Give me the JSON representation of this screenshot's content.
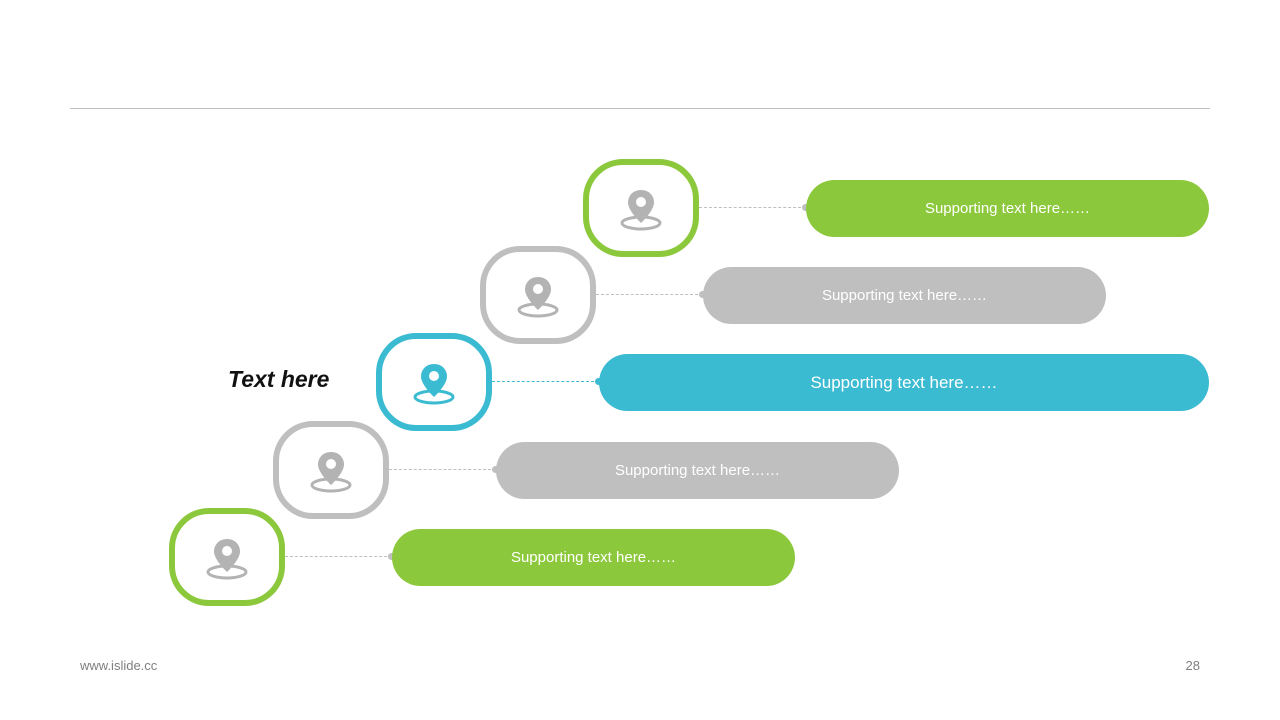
{
  "colors": {
    "green": "#8cc83c",
    "gray": "#bfbfbf",
    "teal": "#3bbbd1",
    "icon_gray": "#b3b3b3"
  },
  "side_label": "Text here",
  "steps": [
    {
      "label": "Supporting text here……",
      "color": "green",
      "icon": "location-pin-icon"
    },
    {
      "label": "Supporting text here……",
      "color": "gray",
      "icon": "location-pin-icon"
    },
    {
      "label": "Supporting text here……",
      "color": "teal",
      "icon": "location-pin-icon",
      "active": true
    },
    {
      "label": "Supporting text here……",
      "color": "gray",
      "icon": "location-pin-icon"
    },
    {
      "label": "Supporting text here……",
      "color": "green",
      "icon": "location-pin-icon"
    }
  ],
  "footer": {
    "url": "www.islide.cc",
    "page_number": "28"
  }
}
